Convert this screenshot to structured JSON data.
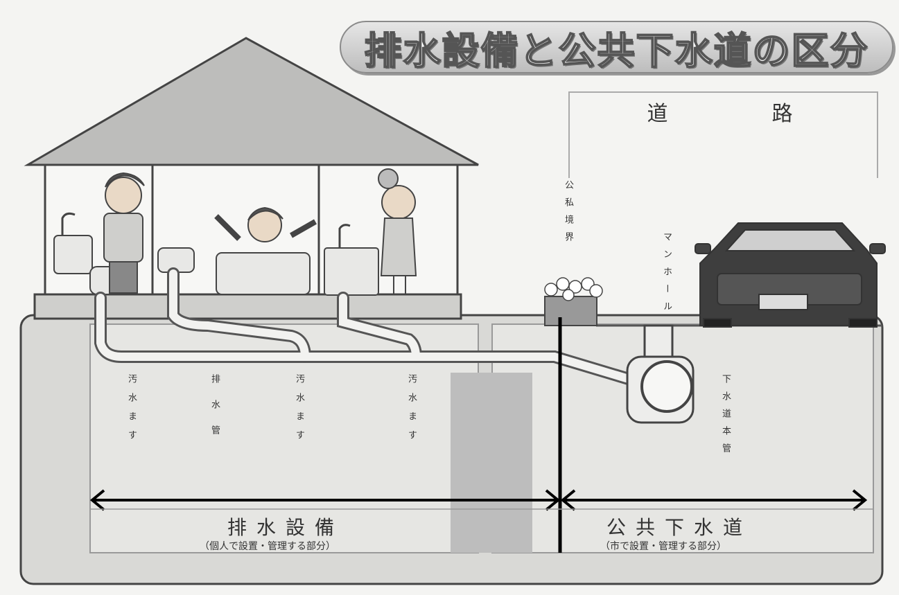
{
  "title": "排水設備と公共下水道の区分",
  "road_label": "道　路",
  "boundary_label": "公私境界",
  "manhole_label": "マンホール",
  "sewer_main_label": "下水道本管",
  "private_labels": [
    "汚水ます",
    "排水管",
    "汚水ます",
    "汚水ます"
  ],
  "sections": {
    "private": {
      "title": "排水設備",
      "subtitle": "（個人で設置・管理する部分）"
    },
    "public": {
      "title": "公共下水道",
      "subtitle": "（市で設置・管理する部分）"
    }
  }
}
